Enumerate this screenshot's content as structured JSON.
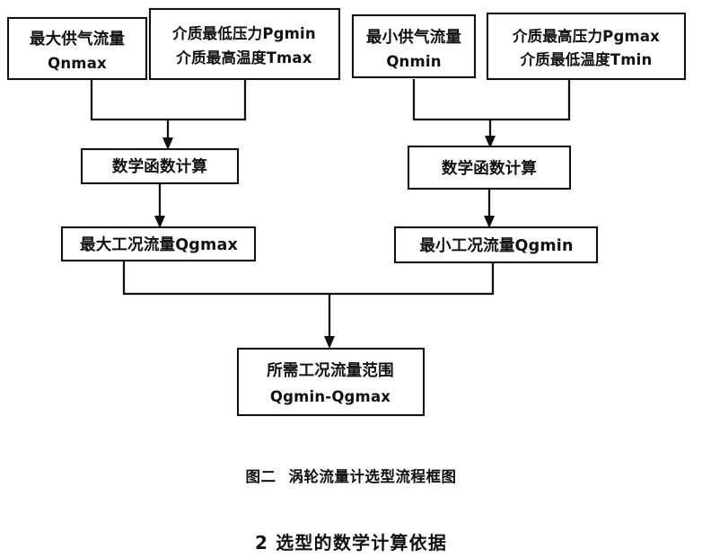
{
  "figure": {
    "caption_number": "图二",
    "caption_title": "涡轮流量计选型流程框图",
    "section_heading": "2 选型的数学计算依据",
    "stroke_color": "#111111",
    "background_color": "#ffffff"
  },
  "nodes": {
    "max_supply_flow": {
      "line1": "最大供气流量",
      "line2": "Qnmax"
    },
    "min_pressure_max_temp": {
      "line1": "介质最低压力Pgmin",
      "line2": "介质最高温度Tmax"
    },
    "min_supply_flow": {
      "line1": "最小供气流量",
      "line2": "Qnmin"
    },
    "max_pressure_min_temp": {
      "line1": "介质最高压力Pgmax",
      "line2": "介质最低温度Tmin"
    },
    "math_calc_left": {
      "line1": "数学函数计算"
    },
    "math_calc_right": {
      "line1": "数学函数计算"
    },
    "qgmax_result": {
      "line1": "最大工况流量Qgmax"
    },
    "qgmin_result": {
      "line1": "最小工况流量Qgmin"
    },
    "final_range": {
      "line1": "所需工况流量范围",
      "line2": "Qgmin-Qgmax"
    }
  }
}
